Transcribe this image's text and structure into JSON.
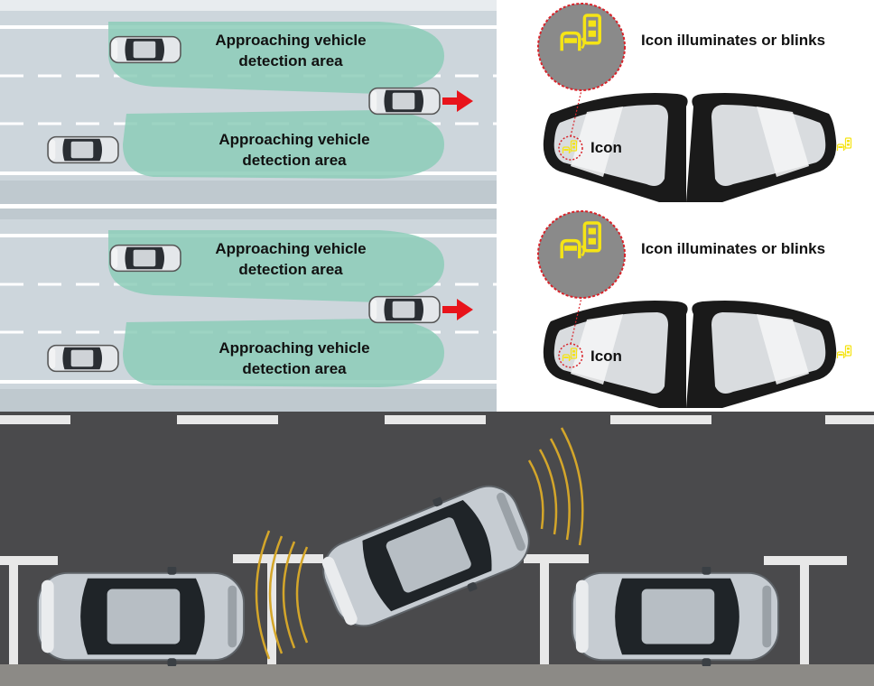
{
  "road_panels": [
    {
      "upper_area_label": [
        "Approaching vehicle",
        "detection area"
      ],
      "lower_area_label": [
        "Approaching vehicle",
        "detection area"
      ]
    },
    {
      "upper_area_label": [
        "Approaching vehicle",
        "detection area"
      ],
      "lower_area_label": [
        "Approaching vehicle",
        "detection area"
      ]
    }
  ],
  "mirror_panels": [
    {
      "callout_text": "Icon illuminates or blinks",
      "icon_label": "Icon"
    },
    {
      "callout_text": "Icon illuminates or blinks",
      "icon_label": "Icon"
    }
  ],
  "colors": {
    "road": "#cdd6dc",
    "lane_line": "#ffffff",
    "detection_area": "#8ccdb8",
    "direction_arrow": "#e8141b",
    "icon_yellow": "#f5e416",
    "callout_gray": "#8a8a8a",
    "callout_border": "#d8232a",
    "asphalt": "#4a4a4c",
    "sensor_wave": "#d4a62a"
  },
  "icons": [
    "car-top-view-icon",
    "direction-arrow-icon",
    "blind-spot-monitor-icon",
    "side-mirror-icon",
    "sensor-wave-icon"
  ]
}
